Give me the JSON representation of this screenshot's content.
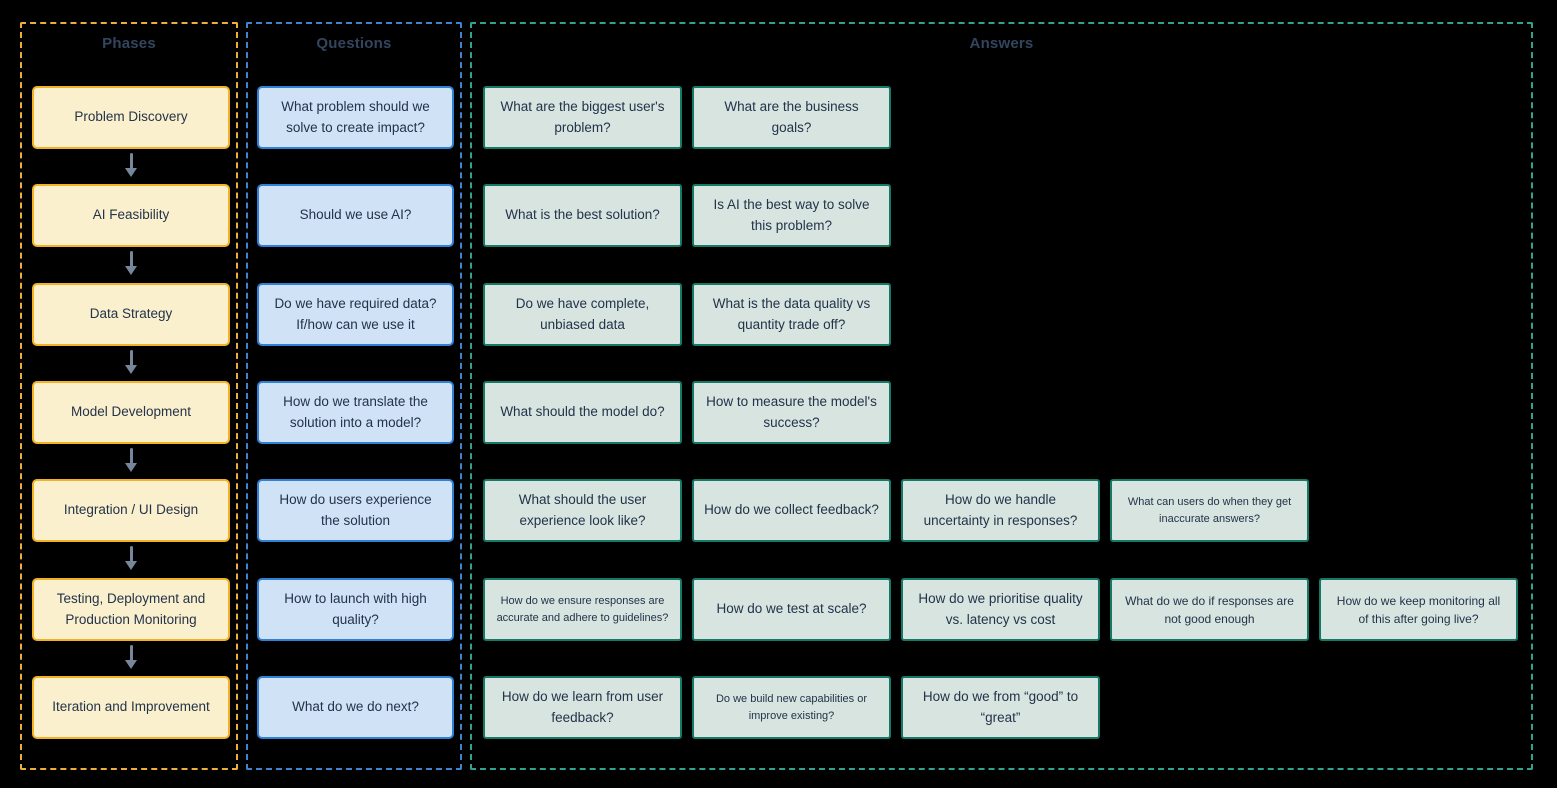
{
  "columns": {
    "phases": {
      "header": "Phases",
      "items": [
        "Problem Discovery",
        "AI Feasibility",
        "Data Strategy",
        "Model Development",
        "Integration / UI Design",
        "Testing, Deployment and Production Monitoring",
        "Iteration and Improvement"
      ]
    },
    "questions": {
      "header": "Questions",
      "items": [
        "What problem should we solve to create impact?",
        "Should we use AI?",
        "Do we have required data? If/how can we use it",
        "How do we translate the solution into a model?",
        "How do users experience the solution",
        "How to launch with high quality?",
        "What do we do next?"
      ]
    },
    "answers": {
      "header": "Answers",
      "rows": [
        [
          "What are the biggest user's problem?",
          "What are the business goals?"
        ],
        [
          "What is the best solution?",
          "Is AI the best way to solve this problem?"
        ],
        [
          "Do we have complete, unbiased data",
          "What is the data quality vs quantity trade off?"
        ],
        [
          "What should the model do?",
          "How to measure the model's success?"
        ],
        [
          "What should the user experience look like?",
          "How do we collect feedback?",
          "How do we handle uncertainty in responses?",
          "What can users do when they get inaccurate answers?"
        ],
        [
          "How do we ensure responses  are accurate and adhere to guidelines?",
          "How do we test at scale?",
          "How do we prioritise quality vs. latency vs cost",
          "What do we do if responses are not good enough",
          "How do we keep monitoring all of this after going live?"
        ],
        [
          "How do we learn from user feedback?",
          "Do we build new capabilities or improve existing?",
          "How do we from “good” to “great”"
        ]
      ]
    }
  },
  "colors": {
    "background": "#000000",
    "text": "#233349",
    "header_text": "#33455E",
    "phases_group_border": "#EFAE3A",
    "phase_box_fill": "#FBF0CE",
    "phase_box_border": "#F2B224",
    "questions_group_border": "#3D85D2",
    "question_box_fill": "#CFE2F6",
    "question_box_border": "#2F81D6",
    "answers_group_border": "#2FA390",
    "answer_box_fill": "#D7E4E0",
    "answer_box_border": "#157968",
    "arrow": "#76879B"
  },
  "icons": {
    "arrow_down": "arrow-down-icon"
  }
}
